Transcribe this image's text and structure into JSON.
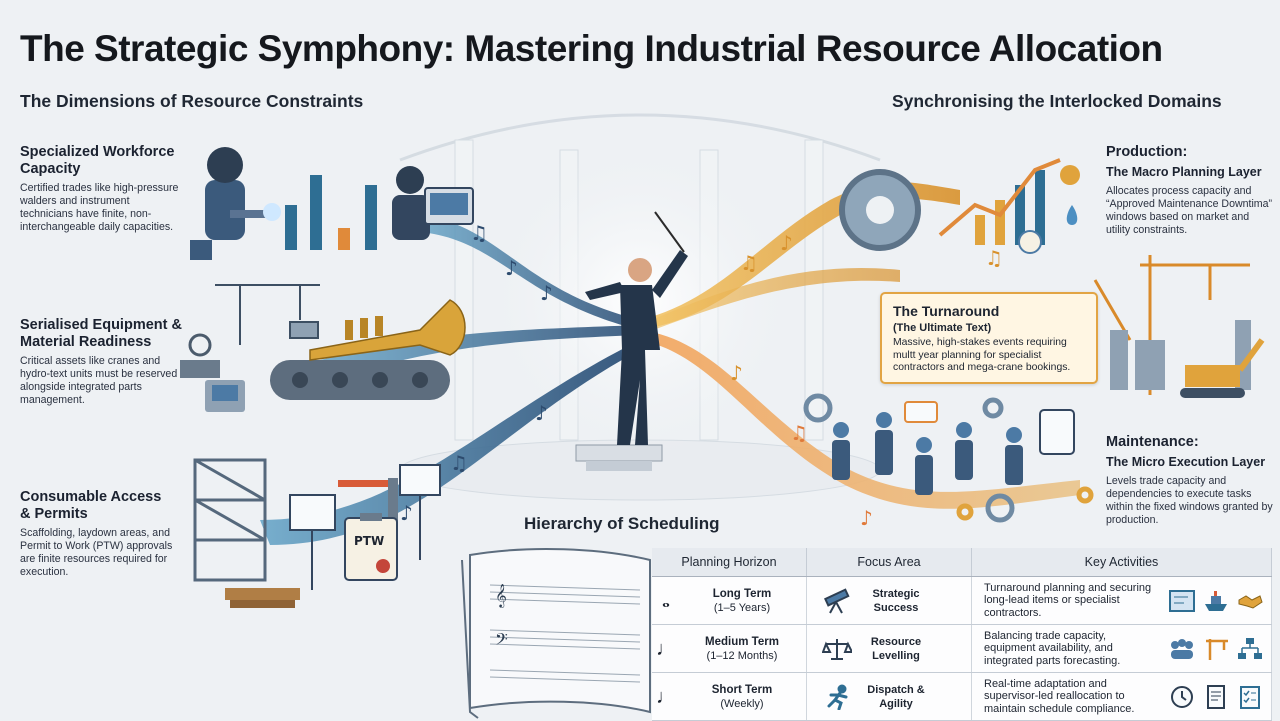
{
  "title": "The Strategic Symphony: Mastering Industrial Resource Allocation",
  "left_heading": "The Dimensions of Resource Constraints",
  "right_heading": "Synchronising the Interlocked Domains",
  "left_blocks": [
    {
      "title": "Specialized Workforce Capacity",
      "body": "Certified trades like high-pressure walders and instrument technicians have finite, non-interchangeable daily capacities."
    },
    {
      "title": "Serialised Equipment & Material Readiness",
      "body": "Critical assets like cranes and hydro-text units must be reserved alongside integrated parts management."
    },
    {
      "title": "Consumable Access & Permits",
      "body": "Scaffolding, laydown areas, and Permit to Work (PTW) approvals are finite resources required for execution."
    }
  ],
  "production": {
    "title": "Production:",
    "subtitle": "The Macro Planning Layer",
    "body": "Allocates process capacity and “Approved Maintenance Downtima” windows based on market and utility constraints."
  },
  "turnaround": {
    "title": "The Turnaround",
    "subtitle": "(The Ultimate Text)",
    "body": "Massive, high-stakes events requiring multt year planning for specialist contractors and mega-crane bookings."
  },
  "maintenance": {
    "title": "Maintenance:",
    "subtitle": "The Micro Execution Layer",
    "body": "Levels trade capacity and dependencies to execute tasks within the fixed windows granted by production."
  },
  "ptw_label": "PTW",
  "hierarchy_title": "Hierarchy of Scheduling",
  "table": {
    "headers": [
      "Planning Horizon",
      "Focus Area",
      "Key Activities"
    ],
    "rows": [
      {
        "note": "𝅝",
        "horizon": "Long Term",
        "range": "(1–5 Years)",
        "focus": "Strategic Success",
        "activities": "Turnaround planning and securing long-lead items or specialist contractors.",
        "focus_icon": "telescope-icon",
        "icons": [
          "blueprint-icon",
          "ship-icon",
          "handshake-icon"
        ]
      },
      {
        "note": "♩",
        "horizon": "Medium Term",
        "range": "(1–12 Months)",
        "focus": "Resource Levelling",
        "activities": "Balancing trade capacity, equipment availability, and integrated parts forecasting.",
        "focus_icon": "scales-icon",
        "icons": [
          "team-icon",
          "crane-icon",
          "org-chart-icon"
        ]
      },
      {
        "note": "♩",
        "horizon": "Short Term",
        "range": "(Weekly)",
        "focus": "Dispatch & Agility",
        "activities": "Real-time adaptation and supervisor-led reallocation to maintain schedule compliance.",
        "focus_icon": "runner-icon",
        "icons": [
          "clock-icon",
          "document-icon",
          "checklist-icon"
        ]
      }
    ]
  },
  "colors": {
    "blue_stream": "#3d6a98",
    "gold_stream": "#e0a33c",
    "orange_stream": "#e07a3a",
    "callout_border": "#e2a443"
  }
}
